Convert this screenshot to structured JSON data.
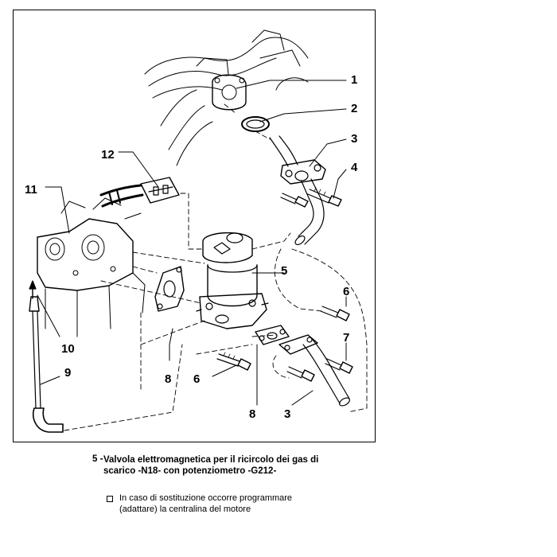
{
  "callouts": {
    "c1": "1",
    "c2": "2",
    "c3a": "3",
    "c3b": "3",
    "c4": "4",
    "c5": "5",
    "c6a": "6",
    "c6b": "6",
    "c7": "7",
    "c8a": "8",
    "c8b": "8",
    "c9": "9",
    "c10": "10",
    "c11": "11",
    "c12": "12"
  },
  "caption": {
    "number": "5 -",
    "title": "Valvola elettromagnetica per il ricircolo dei gas di scarico -N18- con potenziometro -G212-",
    "note": "In caso di sostituzione occorre programmare (adattare) la centralina del motore"
  }
}
